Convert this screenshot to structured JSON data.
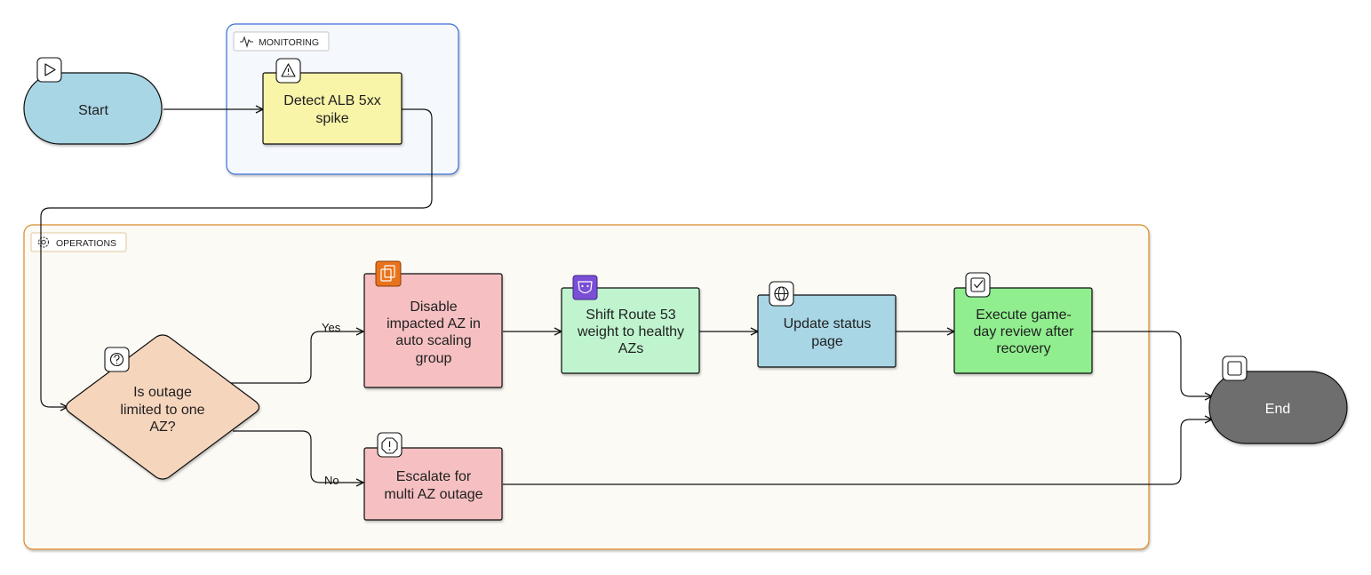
{
  "groups": {
    "monitoring": {
      "label": "MONITORING",
      "icon": "activity-icon"
    },
    "operations": {
      "label": "OPERATIONS",
      "icon": "gear-icon"
    }
  },
  "nodes": {
    "start": {
      "label": "Start",
      "icon": "play-icon"
    },
    "detect": {
      "lines": [
        "Detect ALB 5xx",
        "spike"
      ],
      "icon": "warning-icon"
    },
    "decision": {
      "lines": [
        "Is outage",
        "limited to one",
        "AZ?"
      ],
      "icon": "question-icon"
    },
    "disable": {
      "lines": [
        "Disable",
        "impacted AZ in",
        "auto scaling",
        "group"
      ],
      "icon": "autoscaling-icon"
    },
    "shift": {
      "lines": [
        "Shift Route 53",
        "weight to healthy",
        "AZs"
      ],
      "icon": "route53-icon"
    },
    "status": {
      "lines": [
        "Update status",
        "page"
      ],
      "icon": "globe-icon"
    },
    "review": {
      "lines": [
        "Execute game-",
        "day review after",
        "recovery"
      ],
      "icon": "checkbox-icon"
    },
    "escalate": {
      "lines": [
        "Escalate for",
        "multi AZ outage"
      ],
      "icon": "alert-icon"
    },
    "end": {
      "label": "End",
      "icon": "stop-icon"
    }
  },
  "edges": {
    "yes_label": "Yes",
    "no_label": "No"
  },
  "colors": {
    "monitoring_border": "#3a6fd8",
    "monitoring_fill": "#f5f8fd",
    "operations_border": "#d98a2b",
    "operations_fill": "#fcfaf4",
    "start_fill": "#a9d6e5",
    "end_fill": "#6e6e6e",
    "detect_fill": "#f8f4a8",
    "decision_fill": "#f6d5bd",
    "red_fill": "#f6c0c2",
    "shift_fill": "#bff4cf",
    "status_fill": "#a9d6e5",
    "review_fill": "#90ee8f",
    "autoscaling_icon_bg": "#e8731c",
    "route53_icon_bg": "#7a4fd6"
  }
}
